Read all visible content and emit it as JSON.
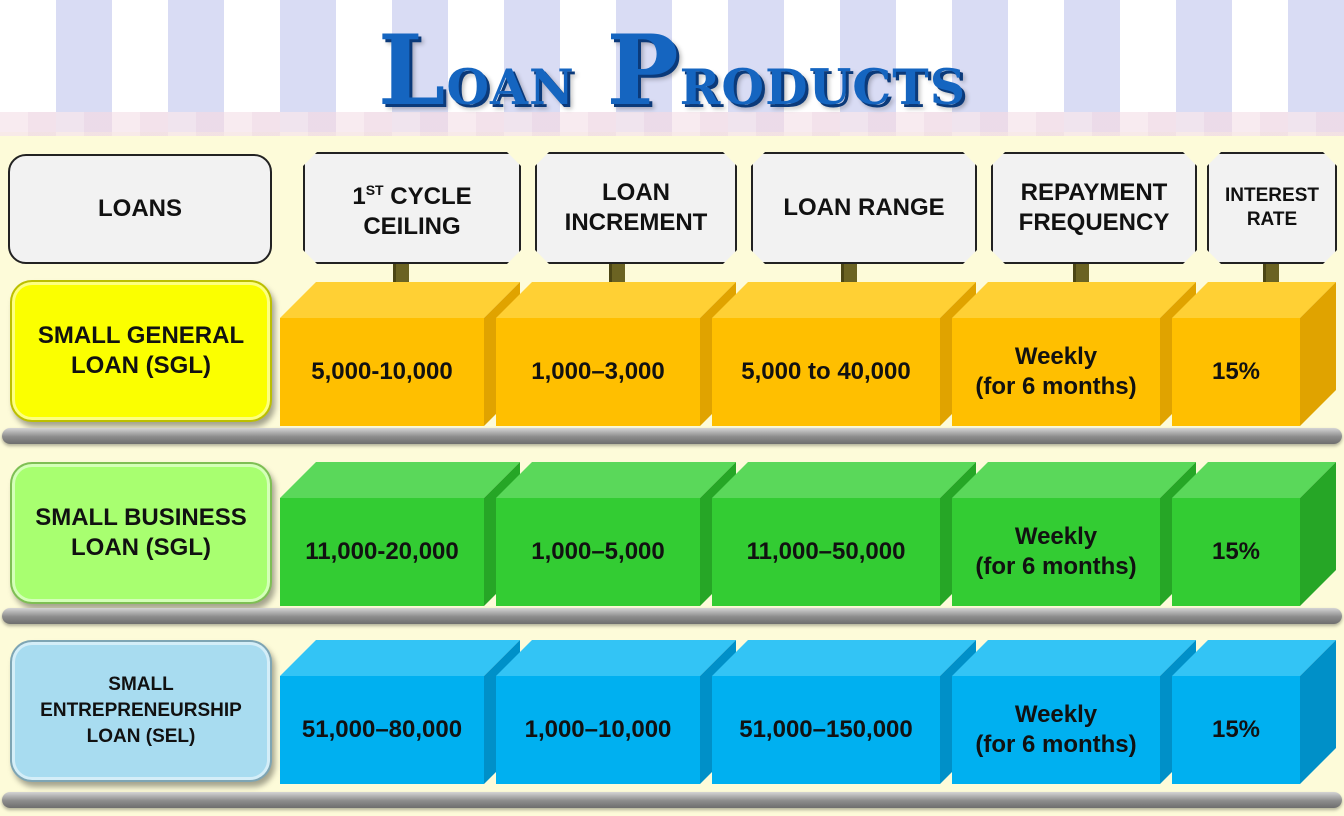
{
  "title": {
    "first_cap": "L",
    "rest1": "oan",
    "second_cap": "P",
    "rest2": "roducts"
  },
  "headers": {
    "loans": "LOANS",
    "ceiling_prefix": "1",
    "ceiling_sup": "ST",
    "ceiling_line1_rest": " CYCLE",
    "ceiling_line2": "CEILING",
    "increment_line1": "LOAN",
    "increment_line2": "INCREMENT",
    "range": "LOAN RANGE",
    "frequency_line1": "REPAYMENT",
    "frequency_line2": "FREQUENCY",
    "rate_line1": "INTEREST",
    "rate_line2": "RATE"
  },
  "rows": [
    {
      "label_line1": "SMALL GENERAL",
      "label_line2": "LOAN (SGL)",
      "label_line3": "",
      "ceiling": "5,000-10,000",
      "increment": "1,000–3,000",
      "range": "5,000  to 40,000",
      "frequency_line1": "Weekly",
      "frequency_line2": "(for 6 months)",
      "rate": "15%"
    },
    {
      "label_line1": "SMALL BUSINESS",
      "label_line2": "LOAN (SGL)",
      "label_line3": "",
      "ceiling": "11,000-20,000",
      "increment": "1,000–5,000",
      "range": "11,000–50,000",
      "frequency_line1": "Weekly",
      "frequency_line2": "(for 6 months)",
      "rate": "15%"
    },
    {
      "label_line1": "SMALL",
      "label_line2": "ENTREPRENEURSHIP",
      "label_line3": "LOAN (SEL)",
      "ceiling": "51,000–80,000",
      "increment": "1,000–10,000",
      "range": "51,000–150,000",
      "frequency_line1": "Weekly",
      "frequency_line2": "(for 6 months)",
      "rate": "15%"
    }
  ],
  "colors": {
    "title": "#1565c0",
    "sgl_label": "#fbff00",
    "sbl_label": "#a8ff70",
    "sel_label": "#a8dcf0",
    "orange_front": "#ffbf00",
    "green_front": "#33cc33",
    "blue_front": "#00b0f0"
  }
}
